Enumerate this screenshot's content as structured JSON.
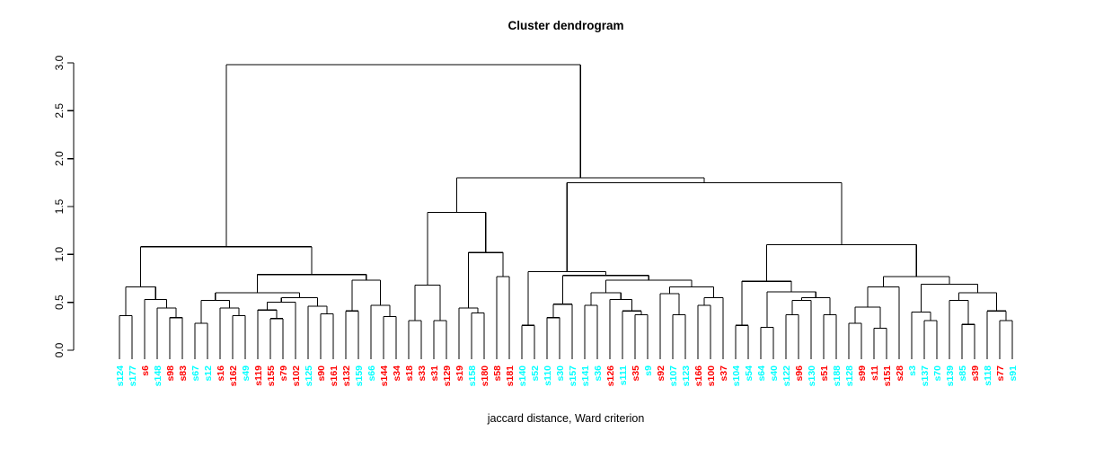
{
  "title": "Cluster dendrogram",
  "xlabel": "jaccard distance, Ward criterion",
  "colors": {
    "cluster_red": "#FF0000",
    "cluster_cyan": "#00FFFF",
    "line": "#000000"
  },
  "chart_data": {
    "type": "dendrogram",
    "title": "Cluster dendrogram",
    "xlabel": "jaccard distance, Ward criterion",
    "ylabel": "",
    "ylim": [
      0,
      3
    ],
    "y_ticks": [
      "0.0",
      "0.5",
      "1.0",
      "1.5",
      "2.0",
      "2.5",
      "3.0"
    ],
    "grid": false,
    "leaf_count": 72,
    "leaves": [
      {
        "label": "s124",
        "color": "#00FFFF"
      },
      {
        "label": "s177",
        "color": "#00FFFF"
      },
      {
        "label": "s6",
        "color": "#FF0000"
      },
      {
        "label": "s148",
        "color": "#00FFFF"
      },
      {
        "label": "s98",
        "color": "#FF0000"
      },
      {
        "label": "s83",
        "color": "#FF0000"
      },
      {
        "label": "s67",
        "color": "#00FFFF"
      },
      {
        "label": "s12",
        "color": "#00FFFF"
      },
      {
        "label": "s16",
        "color": "#FF0000"
      },
      {
        "label": "s162",
        "color": "#FF0000"
      },
      {
        "label": "s49",
        "color": "#00FFFF"
      },
      {
        "label": "s119",
        "color": "#FF0000"
      },
      {
        "label": "s155",
        "color": "#FF0000"
      },
      {
        "label": "s79",
        "color": "#FF0000"
      },
      {
        "label": "s102",
        "color": "#FF0000"
      },
      {
        "label": "s125",
        "color": "#00FFFF"
      },
      {
        "label": "s90",
        "color": "#FF0000"
      },
      {
        "label": "s161",
        "color": "#FF0000"
      },
      {
        "label": "s132",
        "color": "#FF0000"
      },
      {
        "label": "s159",
        "color": "#00FFFF"
      },
      {
        "label": "s66",
        "color": "#00FFFF"
      },
      {
        "label": "s144",
        "color": "#FF0000"
      },
      {
        "label": "s34",
        "color": "#FF0000"
      },
      {
        "label": "s18",
        "color": "#FF0000"
      },
      {
        "label": "s33",
        "color": "#FF0000"
      },
      {
        "label": "s31",
        "color": "#FF0000"
      },
      {
        "label": "s129",
        "color": "#FF0000"
      },
      {
        "label": "s19",
        "color": "#FF0000"
      },
      {
        "label": "s158",
        "color": "#00FFFF"
      },
      {
        "label": "s180",
        "color": "#FF0000"
      },
      {
        "label": "s58",
        "color": "#FF0000"
      },
      {
        "label": "s181",
        "color": "#FF0000"
      },
      {
        "label": "s140",
        "color": "#00FFFF"
      },
      {
        "label": "s52",
        "color": "#00FFFF"
      },
      {
        "label": "s110",
        "color": "#00FFFF"
      },
      {
        "label": "s30",
        "color": "#00FFFF"
      },
      {
        "label": "s157",
        "color": "#00FFFF"
      },
      {
        "label": "s141",
        "color": "#00FFFF"
      },
      {
        "label": "s36",
        "color": "#00FFFF"
      },
      {
        "label": "s126",
        "color": "#FF0000"
      },
      {
        "label": "s111",
        "color": "#00FFFF"
      },
      {
        "label": "s35",
        "color": "#FF0000"
      },
      {
        "label": "s9",
        "color": "#00FFFF"
      },
      {
        "label": "s92",
        "color": "#FF0000"
      },
      {
        "label": "s107",
        "color": "#00FFFF"
      },
      {
        "label": "s123",
        "color": "#00FFFF"
      },
      {
        "label": "s166",
        "color": "#FF0000"
      },
      {
        "label": "s100",
        "color": "#FF0000"
      },
      {
        "label": "s37",
        "color": "#FF0000"
      },
      {
        "label": "s104",
        "color": "#00FFFF"
      },
      {
        "label": "s54",
        "color": "#00FFFF"
      },
      {
        "label": "s64",
        "color": "#00FFFF"
      },
      {
        "label": "s40",
        "color": "#00FFFF"
      },
      {
        "label": "s122",
        "color": "#00FFFF"
      },
      {
        "label": "s96",
        "color": "#FF0000"
      },
      {
        "label": "s130",
        "color": "#00FFFF"
      },
      {
        "label": "s51",
        "color": "#FF0000"
      },
      {
        "label": "s188",
        "color": "#00FFFF"
      },
      {
        "label": "s128",
        "color": "#00FFFF"
      },
      {
        "label": "s99",
        "color": "#FF0000"
      },
      {
        "label": "s11",
        "color": "#FF0000"
      },
      {
        "label": "s151",
        "color": "#FF0000"
      },
      {
        "label": "s28",
        "color": "#FF0000"
      },
      {
        "label": "s3",
        "color": "#00FFFF"
      },
      {
        "label": "s137",
        "color": "#00FFFF"
      },
      {
        "label": "s70",
        "color": "#00FFFF"
      },
      {
        "label": "s139",
        "color": "#00FFFF"
      },
      {
        "label": "s85",
        "color": "#00FFFF"
      },
      {
        "label": "s39",
        "color": "#FF0000"
      },
      {
        "label": "s118",
        "color": "#00FFFF"
      },
      {
        "label": "s77",
        "color": "#FF0000"
      },
      {
        "label": "s91",
        "color": "#00FFFF"
      }
    ],
    "tree": {
      "h": 2.98,
      "c": [
        {
          "h": 1.08,
          "c": [
            {
              "h": 0.66,
              "c": [
                {
                  "h": 0.36,
                  "c": [
                    "s124",
                    "s177"
                  ]
                },
                {
                  "h": 0.53,
                  "c": [
                    "s6",
                    {
                      "h": 0.44,
                      "c": [
                        "s148",
                        {
                          "h": 0.34,
                          "c": [
                            "s98",
                            "s83"
                          ]
                        }
                      ]
                    }
                  ]
                }
              ]
            },
            {
              "h": 0.79,
              "c": [
                {
                  "h": 0.6,
                  "c": [
                    {
                      "h": 0.52,
                      "c": [
                        {
                          "h": 0.28,
                          "c": [
                            "s67",
                            "s12"
                          ]
                        },
                        {
                          "h": 0.44,
                          "c": [
                            "s16",
                            {
                              "h": 0.36,
                              "c": [
                                "s162",
                                "s49"
                              ]
                            }
                          ]
                        }
                      ]
                    },
                    {
                      "h": 0.55,
                      "c": [
                        {
                          "h": 0.5,
                          "c": [
                            {
                              "h": 0.42,
                              "c": [
                                "s119",
                                {
                                  "h": 0.33,
                                  "c": [
                                    "s155",
                                    "s79"
                                  ]
                                }
                              ]
                            },
                            "s102"
                          ]
                        },
                        {
                          "h": 0.46,
                          "c": [
                            "s125",
                            {
                              "h": 0.38,
                              "c": [
                                "s90",
                                "s161"
                              ]
                            }
                          ]
                        }
                      ]
                    }
                  ]
                },
                {
                  "h": 0.73,
                  "c": [
                    {
                      "h": 0.41,
                      "c": [
                        "s132",
                        "s159"
                      ]
                    },
                    {
                      "h": 0.47,
                      "c": [
                        "s66",
                        {
                          "h": 0.35,
                          "c": [
                            "s144",
                            "s34"
                          ]
                        }
                      ]
                    }
                  ]
                }
              ]
            }
          ]
        },
        {
          "h": 1.8,
          "c": [
            {
              "h": 1.44,
              "c": [
                {
                  "h": 0.68,
                  "c": [
                    {
                      "h": 0.31,
                      "c": [
                        "s18",
                        "s33"
                      ]
                    },
                    {
                      "h": 0.31,
                      "c": [
                        "s31",
                        "s129"
                      ]
                    }
                  ]
                },
                {
                  "h": 1.02,
                  "c": [
                    {
                      "h": 0.44,
                      "c": [
                        "s19",
                        {
                          "h": 0.39,
                          "c": [
                            "s158",
                            "s180"
                          ]
                        }
                      ]
                    },
                    {
                      "h": 0.77,
                      "c": [
                        "s58",
                        "s181"
                      ]
                    }
                  ]
                }
              ]
            },
            {
              "h": 1.75,
              "c": [
                {
                  "h": 0.82,
                  "c": [
                    {
                      "h": 0.26,
                      "c": [
                        "s140",
                        "s52"
                      ]
                    },
                    {
                      "h": 0.78,
                      "c": [
                        {
                          "h": 0.48,
                          "c": [
                            {
                              "h": 0.34,
                              "c": [
                                "s110",
                                "s30"
                              ]
                            },
                            "s157"
                          ]
                        },
                        {
                          "h": 0.73,
                          "c": [
                            {
                              "h": 0.6,
                              "c": [
                                {
                                  "h": 0.47,
                                  "c": [
                                    "s141",
                                    "s36"
                                  ]
                                },
                                {
                                  "h": 0.53,
                                  "c": [
                                    "s126",
                                    {
                                      "h": 0.41,
                                      "c": [
                                        "s111",
                                        {
                                          "h": 0.37,
                                          "c": [
                                            "s35",
                                            "s9"
                                          ]
                                        }
                                      ]
                                    }
                                  ]
                                }
                              ]
                            },
                            {
                              "h": 0.66,
                              "c": [
                                {
                                  "h": 0.59,
                                  "c": [
                                    "s92",
                                    {
                                      "h": 0.37,
                                      "c": [
                                        "s107",
                                        "s123"
                                      ]
                                    }
                                  ]
                                },
                                {
                                  "h": 0.55,
                                  "c": [
                                    {
                                      "h": 0.47,
                                      "c": [
                                        "s166",
                                        "s100"
                                      ]
                                    },
                                    "s37"
                                  ]
                                }
                              ]
                            }
                          ]
                        }
                      ]
                    }
                  ]
                },
                {
                  "h": 1.1,
                  "c": [
                    {
                      "h": 0.72,
                      "c": [
                        {
                          "h": 0.26,
                          "c": [
                            "s104",
                            "s54"
                          ]
                        },
                        {
                          "h": 0.61,
                          "c": [
                            {
                              "h": 0.24,
                              "c": [
                                "s64",
                                "s40"
                              ]
                            },
                            {
                              "h": 0.55,
                              "c": [
                                {
                                  "h": 0.52,
                                  "c": [
                                    {
                                      "h": 0.37,
                                      "c": [
                                        "s122",
                                        "s96"
                                      ]
                                    },
                                    "s130"
                                  ]
                                },
                                {
                                  "h": 0.37,
                                  "c": [
                                    "s51",
                                    "s188"
                                  ]
                                }
                              ]
                            }
                          ]
                        }
                      ]
                    },
                    {
                      "h": 0.77,
                      "c": [
                        {
                          "h": 0.66,
                          "c": [
                            {
                              "h": 0.45,
                              "c": [
                                {
                                  "h": 0.28,
                                  "c": [
                                    "s128",
                                    "s99"
                                  ]
                                },
                                {
                                  "h": 0.23,
                                  "c": [
                                    "s11",
                                    "s151"
                                  ]
                                }
                              ]
                            },
                            "s28"
                          ]
                        },
                        {
                          "h": 0.69,
                          "c": [
                            {
                              "h": 0.4,
                              "c": [
                                "s3",
                                {
                                  "h": 0.31,
                                  "c": [
                                    "s137",
                                    "s70"
                                  ]
                                }
                              ]
                            },
                            {
                              "h": 0.6,
                              "c": [
                                {
                                  "h": 0.52,
                                  "c": [
                                    "s139",
                                    {
                                      "h": 0.27,
                                      "c": [
                                        "s85",
                                        "s39"
                                      ]
                                    }
                                  ]
                                },
                                {
                                  "h": 0.41,
                                  "c": [
                                    "s118",
                                    {
                                      "h": 0.31,
                                      "c": [
                                        "s77",
                                        "s91"
                                      ]
                                    }
                                  ]
                                }
                              ]
                            }
                          ]
                        }
                      ]
                    }
                  ]
                }
              ]
            }
          ]
        }
      ]
    }
  },
  "layout": {
    "leaf_x_start": 133,
    "leaf_x_step": 14,
    "y_zero": 390,
    "y_top": 70,
    "leaf_bottom_y": 400,
    "label_top_y": 407,
    "axis_x": 82,
    "tick_len": 7
  }
}
